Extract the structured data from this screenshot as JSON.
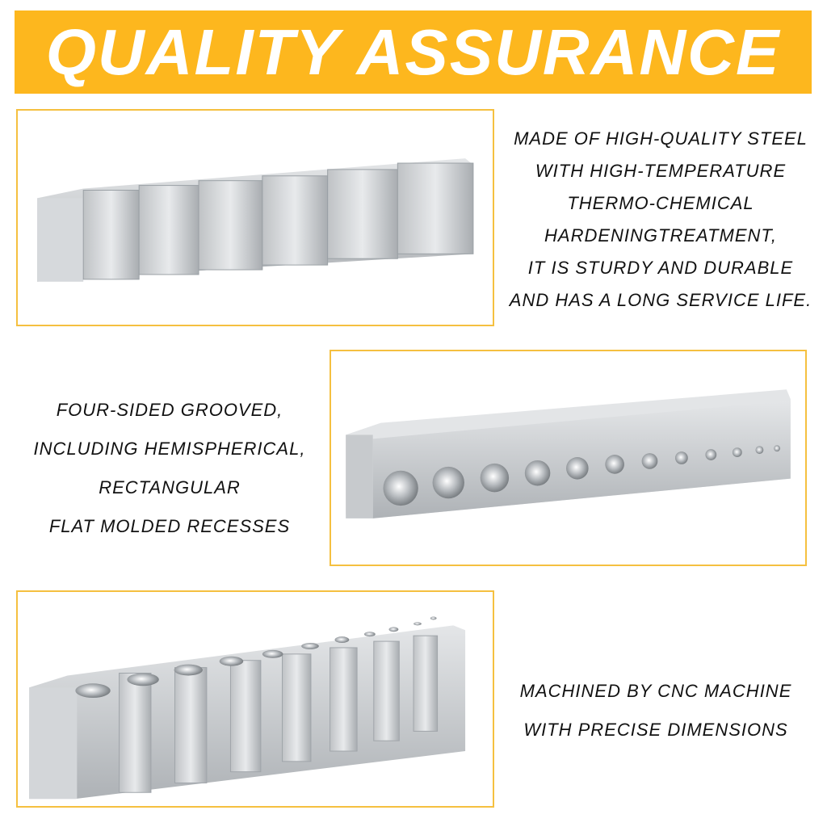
{
  "banner": {
    "title": "QUALITY ASSURANCE"
  },
  "colors": {
    "accent": "#FDB71E",
    "border": "#F5C040"
  },
  "sections": [
    {
      "lines": [
        "MADE OF HIGH-QUALITY STEEL",
        "WITH HIGH-TEMPERATURE",
        "THERMO-CHEMICAL",
        "HARDENINGTREATMENT,",
        "IT IS STURDY AND DURABLE",
        "AND HAS A LONG SERVICE LIFE."
      ]
    },
    {
      "lines": [
        "FOUR-SIDED GROOVED,",
        "INCLUDING HEMISPHERICAL,",
        "RECTANGULAR",
        "FLAT MOLDED RECESSES"
      ]
    },
    {
      "lines": [
        "MACHINED BY CNC MACHINE",
        "WITH PRECISE DIMENSIONS"
      ]
    }
  ]
}
